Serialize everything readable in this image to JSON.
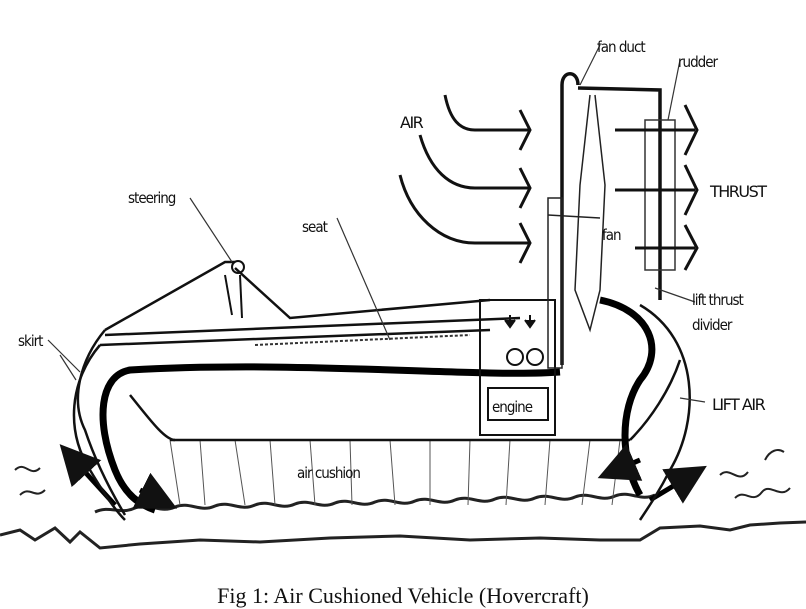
{
  "figure": {
    "caption": "Fig 1: Air Cushioned Vehicle (Hovercraft)",
    "labels": {
      "fan_duct": "fan duct",
      "rudder": "rudder",
      "air": "AIR",
      "thrust": "THRUST",
      "steering": "steering",
      "seat": "seat",
      "fan": "fan",
      "lift_thrust_divider_line1": "lift thrust",
      "lift_thrust_divider_line2": "divider",
      "skirt": "skirt",
      "engine": "engine",
      "lift_air": "LIFT AIR",
      "air_cushion": "air cushion"
    },
    "colors": {
      "ink": "#111111",
      "background": "#ffffff"
    }
  }
}
